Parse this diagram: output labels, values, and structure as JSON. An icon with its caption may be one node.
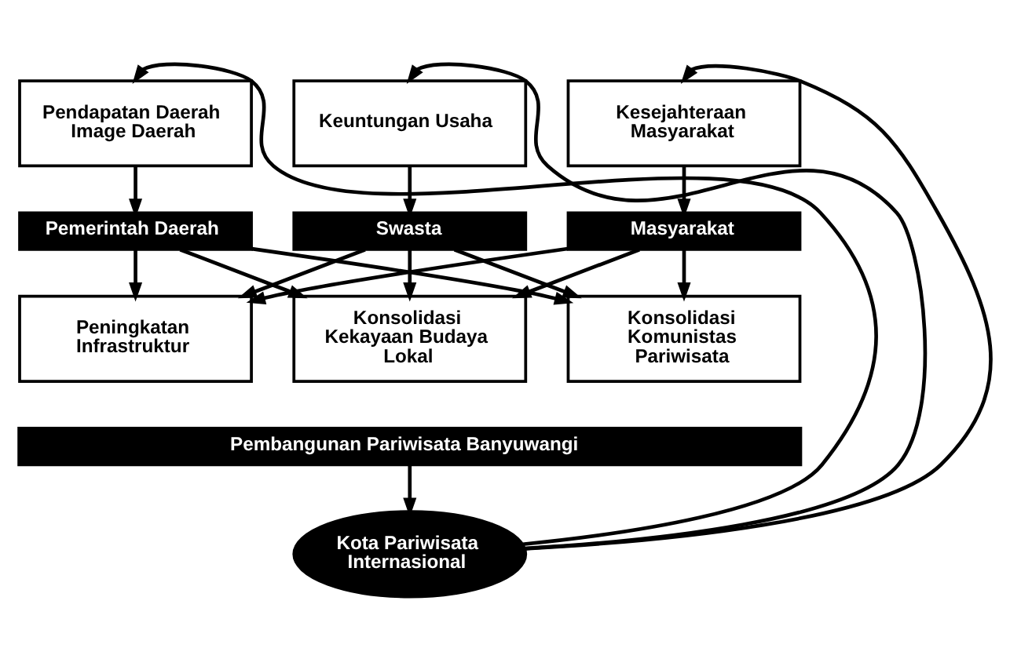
{
  "diagram": {
    "nodes": [
      {
        "text": [
          "Pendapatan Daerah Image Daerah"
        ]
      },
      {
        "text": [
          "Keuntungan Usaha"
        ]
      },
      {
        "text": [
          "Kesejahteraan Masyarakat"
        ]
      },
      {
        "text": [
          "Pemerintah Daerah"
        ]
      },
      {
        "text": [
          "Swasta"
        ]
      },
      {
        "text": [
          "Masyarakat"
        ]
      },
      {
        "text": [
          "Peningkatan Infrastruktur"
        ]
      },
      {
        "text": [
          "Konsolidasi Kekayaan Budaya Lokal"
        ]
      },
      {
        "text": [
          "Konsolidasi Komunistas Pariwisata"
        ]
      },
      {
        "text": [
          "Pembangunan Pariwisata Banyuwangi"
        ]
      },
      {
        "text": [
          "Kota Pariwisata Internasional"
        ]
      }
    ],
    "edges": [
      {
        "from": 10,
        "to": 0,
        "arrow": "to"
      },
      {
        "from": 10,
        "to": 1,
        "arrow": "to"
      },
      {
        "from": 10,
        "to": 2,
        "arrow": "to"
      },
      {
        "from": 0,
        "to": 3,
        "arrow": "to"
      },
      {
        "from": 1,
        "to": 4,
        "arrow": "to"
      },
      {
        "from": 2,
        "to": 5,
        "arrow": "to"
      },
      {
        "from": 3,
        "to": 6,
        "arrow": "to"
      },
      {
        "from": 3,
        "to": 7,
        "arrow": "to"
      },
      {
        "from": 3,
        "to": 8,
        "arrow": "to"
      },
      {
        "from": 4,
        "to": 6,
        "arrow": "to"
      },
      {
        "from": 4,
        "to": 7,
        "arrow": "to"
      },
      {
        "from": 4,
        "to": 8,
        "arrow": "to"
      },
      {
        "from": 5,
        "to": 6,
        "arrow": "to"
      },
      {
        "from": 5,
        "to": 7,
        "arrow": "to"
      },
      {
        "from": 5,
        "to": 8,
        "arrow": "to"
      },
      {
        "from": 9,
        "to": 10,
        "arrow": "to"
      }
    ]
  }
}
